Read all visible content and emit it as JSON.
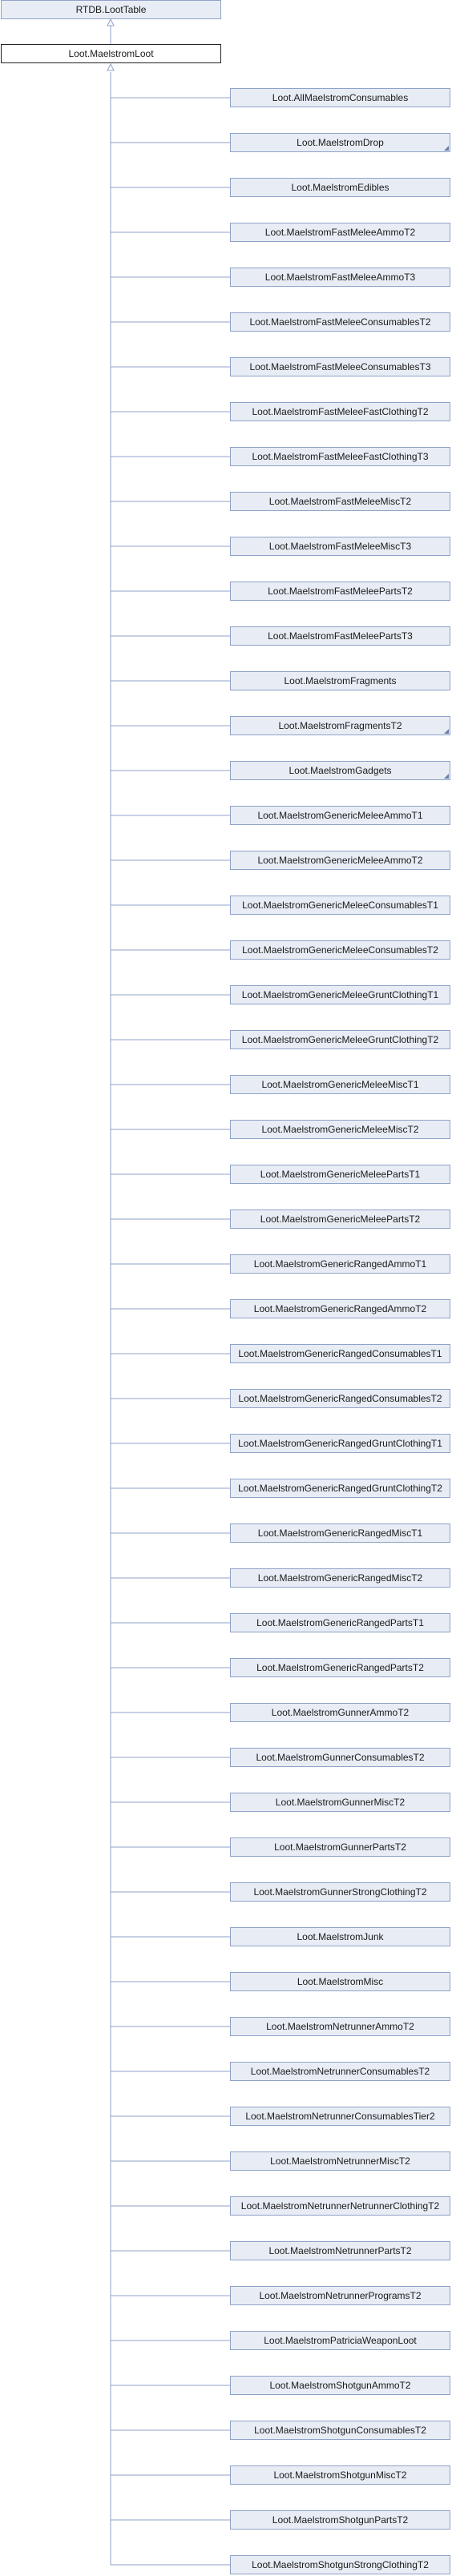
{
  "base_class": "RTDB.LootTable",
  "current_class": "Loot.MaelstromLoot",
  "colors": {
    "edge": "#8fa2c8",
    "node_fill": "#e8edf5",
    "node_border": "#8fa2c8"
  },
  "derived": [
    {
      "label": "Loot.AllMaelstromConsumables",
      "more": false
    },
    {
      "label": "Loot.MaelstromDrop",
      "more": true
    },
    {
      "label": "Loot.MaelstromEdibles",
      "more": false
    },
    {
      "label": "Loot.MaelstromFastMeleeAmmoT2",
      "more": false
    },
    {
      "label": "Loot.MaelstromFastMeleeAmmoT3",
      "more": false
    },
    {
      "label": "Loot.MaelstromFastMeleeConsumablesT2",
      "more": false
    },
    {
      "label": "Loot.MaelstromFastMeleeConsumablesT3",
      "more": false
    },
    {
      "label": "Loot.MaelstromFastMeleeFastClothingT2",
      "more": false
    },
    {
      "label": "Loot.MaelstromFastMeleeFastClothingT3",
      "more": false
    },
    {
      "label": "Loot.MaelstromFastMeleeMiscT2",
      "more": false
    },
    {
      "label": "Loot.MaelstromFastMeleeMiscT3",
      "more": false
    },
    {
      "label": "Loot.MaelstromFastMeleePartsT2",
      "more": false
    },
    {
      "label": "Loot.MaelstromFastMeleePartsT3",
      "more": false
    },
    {
      "label": "Loot.MaelstromFragments",
      "more": false
    },
    {
      "label": "Loot.MaelstromFragmentsT2",
      "more": true
    },
    {
      "label": "Loot.MaelstromGadgets",
      "more": true
    },
    {
      "label": "Loot.MaelstromGenericMeleeAmmoT1",
      "more": false
    },
    {
      "label": "Loot.MaelstromGenericMeleeAmmoT2",
      "more": false
    },
    {
      "label": "Loot.MaelstromGenericMeleeConsumablesT1",
      "more": false
    },
    {
      "label": "Loot.MaelstromGenericMeleeConsumablesT2",
      "more": false
    },
    {
      "label": "Loot.MaelstromGenericMeleeGruntClothingT1",
      "more": false
    },
    {
      "label": "Loot.MaelstromGenericMeleeGruntClothingT2",
      "more": false
    },
    {
      "label": "Loot.MaelstromGenericMeleeMiscT1",
      "more": false
    },
    {
      "label": "Loot.MaelstromGenericMeleeMiscT2",
      "more": false
    },
    {
      "label": "Loot.MaelstromGenericMeleePartsT1",
      "more": false
    },
    {
      "label": "Loot.MaelstromGenericMeleePartsT2",
      "more": false
    },
    {
      "label": "Loot.MaelstromGenericRangedAmmoT1",
      "more": false
    },
    {
      "label": "Loot.MaelstromGenericRangedAmmoT2",
      "more": false
    },
    {
      "label": "Loot.MaelstromGenericRangedConsumablesT1",
      "more": false
    },
    {
      "label": "Loot.MaelstromGenericRangedConsumablesT2",
      "more": false
    },
    {
      "label": "Loot.MaelstromGenericRangedGruntClothingT1",
      "more": false
    },
    {
      "label": "Loot.MaelstromGenericRangedGruntClothingT2",
      "more": false
    },
    {
      "label": "Loot.MaelstromGenericRangedMiscT1",
      "more": false
    },
    {
      "label": "Loot.MaelstromGenericRangedMiscT2",
      "more": false
    },
    {
      "label": "Loot.MaelstromGenericRangedPartsT1",
      "more": false
    },
    {
      "label": "Loot.MaelstromGenericRangedPartsT2",
      "more": false
    },
    {
      "label": "Loot.MaelstromGunnerAmmoT2",
      "more": false
    },
    {
      "label": "Loot.MaelstromGunnerConsumablesT2",
      "more": false
    },
    {
      "label": "Loot.MaelstromGunnerMiscT2",
      "more": false
    },
    {
      "label": "Loot.MaelstromGunnerPartsT2",
      "more": false
    },
    {
      "label": "Loot.MaelstromGunnerStrongClothingT2",
      "more": false
    },
    {
      "label": "Loot.MaelstromJunk",
      "more": false
    },
    {
      "label": "Loot.MaelstromMisc",
      "more": false
    },
    {
      "label": "Loot.MaelstromNetrunnerAmmoT2",
      "more": false
    },
    {
      "label": "Loot.MaelstromNetrunnerConsumablesT2",
      "more": false
    },
    {
      "label": "Loot.MaelstromNetrunnerConsumablesTier2",
      "more": false
    },
    {
      "label": "Loot.MaelstromNetrunnerMiscT2",
      "more": false
    },
    {
      "label": "Loot.MaelstromNetrunnerNetrunnerClothingT2",
      "more": false
    },
    {
      "label": "Loot.MaelstromNetrunnerPartsT2",
      "more": false
    },
    {
      "label": "Loot.MaelstromNetrunnerProgramsT2",
      "more": false
    },
    {
      "label": "Loot.MaelstromPatriciaWeaponLoot",
      "more": false
    },
    {
      "label": "Loot.MaelstromShotgunAmmoT2",
      "more": false
    },
    {
      "label": "Loot.MaelstromShotgunConsumablesT2",
      "more": false
    },
    {
      "label": "Loot.MaelstromShotgunMiscT2",
      "more": false
    },
    {
      "label": "Loot.MaelstromShotgunPartsT2",
      "more": false
    },
    {
      "label": "Loot.MaelstromShotgunStrongClothingT2",
      "more": false
    }
  ]
}
